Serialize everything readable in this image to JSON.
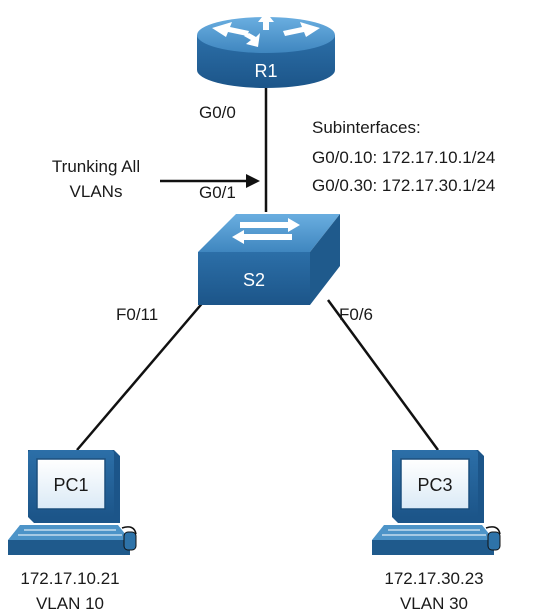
{
  "router": {
    "name": "R1",
    "interface": "G0/0"
  },
  "subinterfaces": {
    "heading": "Subinterfaces:",
    "lines": [
      "G0/0.10: 172.17.10.1/24",
      "G0/0.30: 172.17.30.1/24"
    ]
  },
  "trunk": {
    "line1": "Trunking All",
    "line2": "VLANs"
  },
  "switch": {
    "name": "S2",
    "uplink": "G0/1",
    "port_left": "F0/11",
    "port_right": "F0/6"
  },
  "pcs": [
    {
      "name": "PC1",
      "ip": "172.17.10.21",
      "vlan": "VLAN 10"
    },
    {
      "name": "PC3",
      "ip": "172.17.30.23",
      "vlan": "VLAN 30"
    }
  ],
  "colors": {
    "device_top": "#4d94c8",
    "device_side": "#1f5a8c",
    "device_front": "#2e73a9",
    "pc_body": "#2f6fa6",
    "pc_screen": "#e9f3fb",
    "link": "#111111"
  }
}
